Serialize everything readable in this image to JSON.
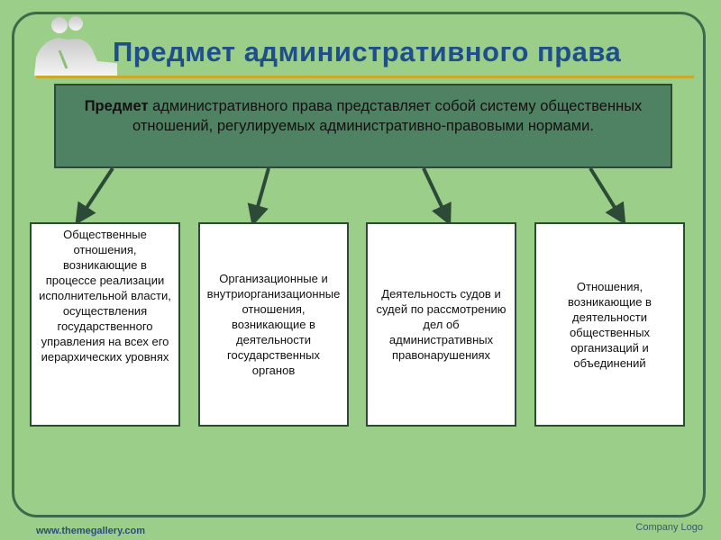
{
  "title": "Предмет административного права",
  "definition": {
    "bold": "Предмет",
    "text": " административного права представляет собой систему общественных отношений, регулируемых административно-правовыми нормами."
  },
  "boxes": [
    "Общественные отношения, возникающие в процессе реализации исполнительной власти, осуществления государственного управления на всех его иерархических уровнях",
    "Организационные и внутриорганизационные отношения, возникающие в деятельности государственных органов",
    "Деятельность судов и судей по рассмотрению дел об административных правонарушениях",
    "Отношения, возникающие в деятельности общественных организаций и объединений"
  ],
  "footer": {
    "website": "www.themegallery.com",
    "logo": "Company Logo"
  },
  "colors": {
    "background": "#9ace89",
    "title": "#1f4f8a",
    "header": "#4f8262",
    "frame": "#3c6a4c"
  }
}
